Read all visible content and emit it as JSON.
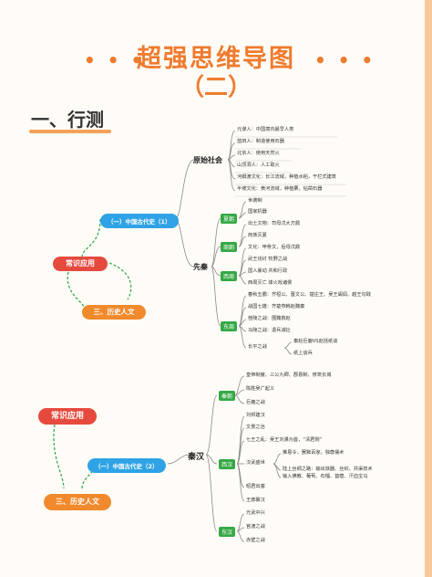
{
  "header": {
    "title": "超强思维导图",
    "subtitle": "（二）",
    "dots_left": "• • •",
    "dots_right": "• • •"
  },
  "section": "一、行测",
  "map1": {
    "root": "（一）中国古代史（1）",
    "callout_a": "常识应用",
    "callout_b": "三、历史人文",
    "primitive": {
      "label": "原始社会",
      "leaves": [
        "元谋人：中国境内最早人类",
        "蓝田人：制造使用石器",
        "北京人：使用天然火",
        "山顶洞人：人工取火",
        "河姆渡文化：长江流域，种植水稻，干栏式建筑",
        "半坡文化：黄河流域，种植粟，钻凿石器"
      ]
    },
    "preqin": {
      "label": "先秦",
      "eras": [
        {
          "tag": "夏朝",
          "leaves": [
            "世袭制",
            "国家机器"
          ]
        },
        {
          "tag": "商朝",
          "leaves": [
            "出土文物：司母戊大方鼎",
            "商族灭夏"
          ]
        },
        {
          "tag": "西周",
          "leaves": [
            "文化：甲骨文，后母戊鼎",
            "武王伐纣 牧野之战",
            "国人暴动 共和行政",
            "西周灭亡 烽火戏诸侯"
          ]
        },
        {
          "tag": "东周",
          "leaves": [
            "春秋五霸：齐桓公、晋文公、楚庄王、吴王阖闾、越王勾践",
            "战国七雄：齐楚燕韩赵魏秦",
            "桂陵之战：围魏救赵",
            "马陵之战：退兵减灶",
            "长平之战",
            "秦赵巨鹿VS赵括纸谈",
            "纸上谈兵"
          ]
        }
      ]
    }
  },
  "map2": {
    "root": "（一）中国古代史（2）",
    "callout_a": "常识应用",
    "callout_b": "三、历史人文",
    "qinhan": {
      "label": "秦汉",
      "eras": [
        {
          "tag": "秦朝",
          "leaves": [
            "皇帝制度、三公九卿、郡县制、修筑长城",
            "陈胜吴广起义",
            "巨鹿之战"
          ]
        },
        {
          "tag": "西汉",
          "leaves": [
            "刘邦建汉",
            "文景之治",
            "七王之乱：吴王刘濞为首，“清君侧”",
            "推恩令，罢黜百家，独尊儒术",
            "汉武盛世",
            "陆上丝绸之路：输出铁器、丝织、井渠技术",
            "输入佛教、葡萄、石榴、苜蓿、汗血宝马",
            "昭君出塞",
            "王莽篡汉"
          ]
        },
        {
          "tag": "东汉",
          "leaves": [
            "光武中兴",
            "官渡之战",
            "赤壁之战"
          ]
        }
      ]
    }
  }
}
